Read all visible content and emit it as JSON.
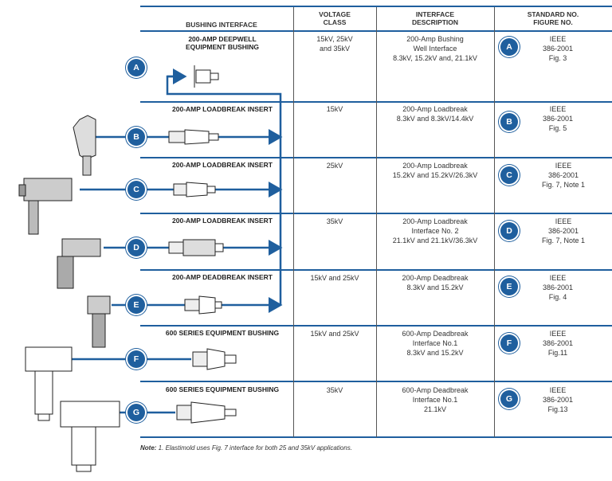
{
  "headers": {
    "bushing_interface": "BUSHING INTERFACE",
    "voltage_class_1": "VOLTAGE",
    "voltage_class_2": "CLASS",
    "interface_desc_1": "INTERFACE",
    "interface_desc_2": "DESCRIPTION",
    "standard_1": "STANDARD NO.",
    "standard_2": "FIGURE NO."
  },
  "rows": [
    {
      "badge": "A",
      "title1": "200-AMP DEEPWELL",
      "title2": "EQUIPMENT BUSHING",
      "volt1": "15kV, 25kV",
      "volt2": "and 35kV",
      "desc1": "200-Amp Bushing",
      "desc2": "Well Interface",
      "desc3": "8.3kV, 15.2kV and, 21.1kV",
      "std1": "IEEE",
      "std2": "386-2001",
      "std3": "Fig. 3"
    },
    {
      "badge": "B",
      "title1": "200-AMP LOADBREAK INSERT",
      "volt1": "15kV",
      "desc1": "200-Amp Loadbreak",
      "desc2": "8.3kV and 8.3kV/14.4kV",
      "std1": "IEEE",
      "std2": "386-2001",
      "std3": "Fig. 5"
    },
    {
      "badge": "C",
      "title1": "200-AMP LOADBREAK INSERT",
      "volt1": "25kV",
      "desc1": "200-Amp Loadbreak",
      "desc2": "15.2kV and 15.2kV/26.3kV",
      "std1": "IEEE",
      "std2": "386-2001",
      "std3": "Fig. 7, Note 1"
    },
    {
      "badge": "D",
      "title1": "200-AMP LOADBREAK INSERT",
      "volt1": "35kV",
      "desc1": "200-Amp Loadbreak",
      "desc2": "Interface No. 2",
      "desc3": "21.1kV and 21.1kV/36.3kV",
      "std1": "IEEE",
      "std2": "386-2001",
      "std3": "Fig. 7, Note 1"
    },
    {
      "badge": "E",
      "title1": "200-AMP DEADBREAK INSERT",
      "volt1": "15kV and 25kV",
      "desc1": "200-Amp Deadbreak",
      "desc2": "8.3kV and 15.2kV",
      "std1": "IEEE",
      "std2": "386-2001",
      "std3": "Fig. 4"
    },
    {
      "badge": "F",
      "title1": "600 SERIES EQUIPMENT BUSHING",
      "volt1": "15kV and 25kV",
      "desc1": "600-Amp Deadbreak",
      "desc2": "Interface No.1",
      "desc3": "8.3kV and 15.2kV",
      "std1": "IEEE",
      "std2": "386-2001",
      "std3": "Fig.11"
    },
    {
      "badge": "G",
      "title1": "600 SERIES EQUIPMENT BUSHING",
      "volt1": "35kV",
      "desc1": "600-Amp Deadbreak",
      "desc2": "Interface No.1",
      "desc3": "21.1kV",
      "std1": "IEEE",
      "std2": "386-2001",
      "std3": "Fig.13"
    }
  ],
  "left_badges": [
    "A",
    "B",
    "C",
    "D",
    "E",
    "F",
    "G"
  ],
  "note": {
    "label": "Note:",
    "text": " 1. Elastimold uses Fig. 7 interface for both 25 and 35kV applications."
  },
  "colors": {
    "accent": "#1f5f9e"
  }
}
